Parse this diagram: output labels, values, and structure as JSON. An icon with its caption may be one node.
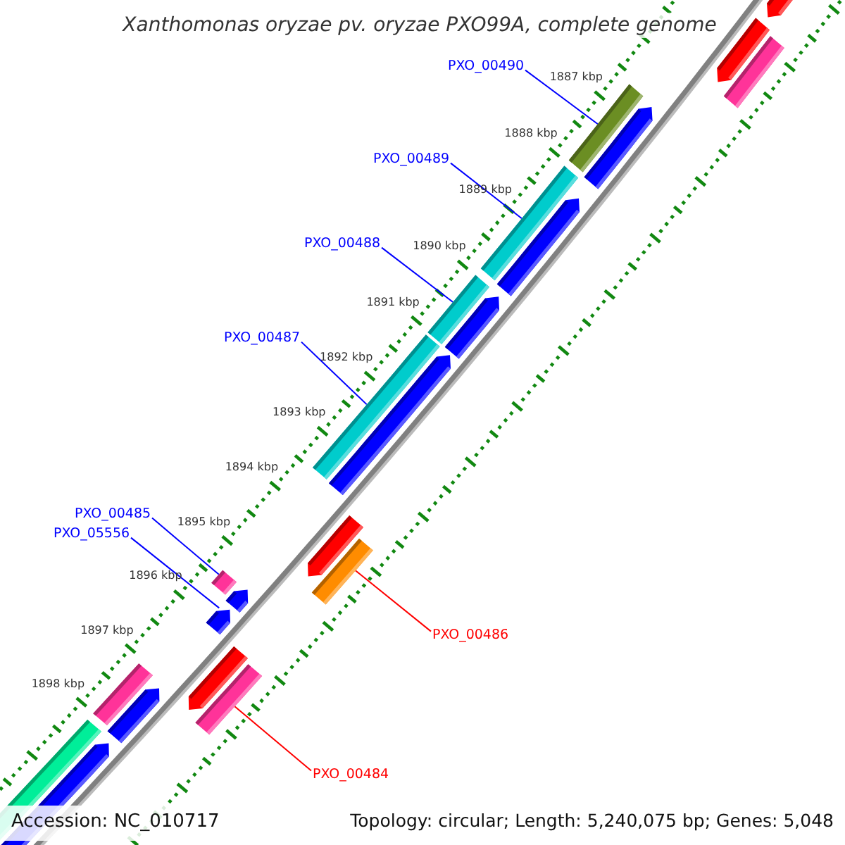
{
  "diagram": {
    "title": "Xanthomonas oryzae pv. oryzae PXO99A, complete genome",
    "nodes": [
      {
        "text": [
          "PXO_00490"
        ]
      },
      {
        "text": [],
        "shape": "bar"
      },
      {
        "text": [
          "PXO_00489"
        ]
      },
      {
        "text": [],
        "shape": "bar"
      },
      {
        "text": [
          "PXO_00488"
        ]
      },
      {
        "text": [],
        "shape": "bar"
      },
      {
        "text": [
          "PXO_00487"
        ]
      },
      {
        "text": [],
        "shape": "bar"
      },
      {
        "text": [
          "PXO_00485"
        ]
      },
      {
        "text": [
          "PXO_05556"
        ]
      },
      {
        "text": [],
        "shape": "bar"
      },
      {
        "text": [],
        "shape": "bar"
      },
      {
        "text": [],
        "shape": "bar"
      },
      {
        "text": [
          "PXO_00486"
        ]
      },
      {
        "text": [],
        "shape": "bar"
      },
      {
        "text": [
          "PXO_00484"
        ]
      },
      {
        "text": [],
        "shape": "bar"
      },
      {
        "text": [],
        "shape": "bar"
      },
      {
        "text": [],
        "shape": "bar"
      },
      {
        "text": [],
        "shape": "bar"
      },
      {
        "text": [],
        "shape": "bar"
      },
      {
        "text": [],
        "shape": "bar"
      },
      {
        "text": [],
        "shape": "bar"
      },
      {
        "text": [],
        "shape": "bar"
      },
      {
        "text": [],
        "shape": "bar"
      },
      {
        "text": [],
        "shape": "bar"
      },
      {
        "text": [],
        "shape": "bar"
      },
      {
        "text": [],
        "shape": "bar"
      },
      {
        "text": [],
        "shape": "bar"
      },
      {
        "text": [],
        "shape": "bar"
      }
    ],
    "edges": [
      {
        "from": 0,
        "to": 1,
        "arrow": "none"
      },
      {
        "from": 2,
        "to": 3,
        "arrow": "none"
      },
      {
        "from": 4,
        "to": 5,
        "arrow": "none"
      },
      {
        "from": 6,
        "to": 7,
        "arrow": "none"
      },
      {
        "from": 8,
        "to": 10,
        "arrow": "none"
      },
      {
        "from": 9,
        "to": 11,
        "arrow": "none"
      },
      {
        "from": 13,
        "to": 12,
        "arrow": "none",
        "color": "#ff0000"
      },
      {
        "from": 15,
        "to": 14,
        "arrow": "none",
        "color": "#ff0000"
      }
    ],
    "labels": [
      "1887 kbp",
      "1888 kbp",
      "1889 kbp",
      "1890 kbp",
      "1891 kbp",
      "1892 kbp",
      "1893 kbp",
      "1894 kbp",
      "1895 kbp",
      "1896 kbp",
      "1897 kbp",
      "1898 kbp",
      "Accession: NC_010717",
      "Topology: circular; Length: 5,240,075 bp; Genes: 5,048"
    ]
  }
}
